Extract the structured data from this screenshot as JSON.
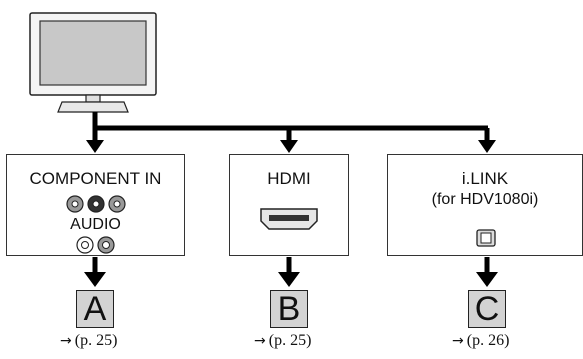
{
  "title": "",
  "tv": {
    "icon": "flat-tv-icon"
  },
  "connections": [
    {
      "label": "COMPONENT IN",
      "sublabel": "AUDIO",
      "icons": [
        "component-video-jacks-icon",
        "audio-jacks-icon"
      ],
      "letter": "A",
      "page_ref": "(p. 25)"
    },
    {
      "label": "HDMI",
      "sublabel": "",
      "icons": [
        "hdmi-port-icon"
      ],
      "letter": "B",
      "page_ref": "(p. 25)"
    },
    {
      "label": "i.LINK",
      "sublabel": "(for HDV1080i)",
      "icons": [
        "ilink-port-icon"
      ],
      "letter": "C",
      "page_ref": "(p. 26)"
    }
  ],
  "colors": {
    "line": "#000000",
    "letter_bg": "#d3d3d3",
    "tv_screen": "#cccccc"
  }
}
